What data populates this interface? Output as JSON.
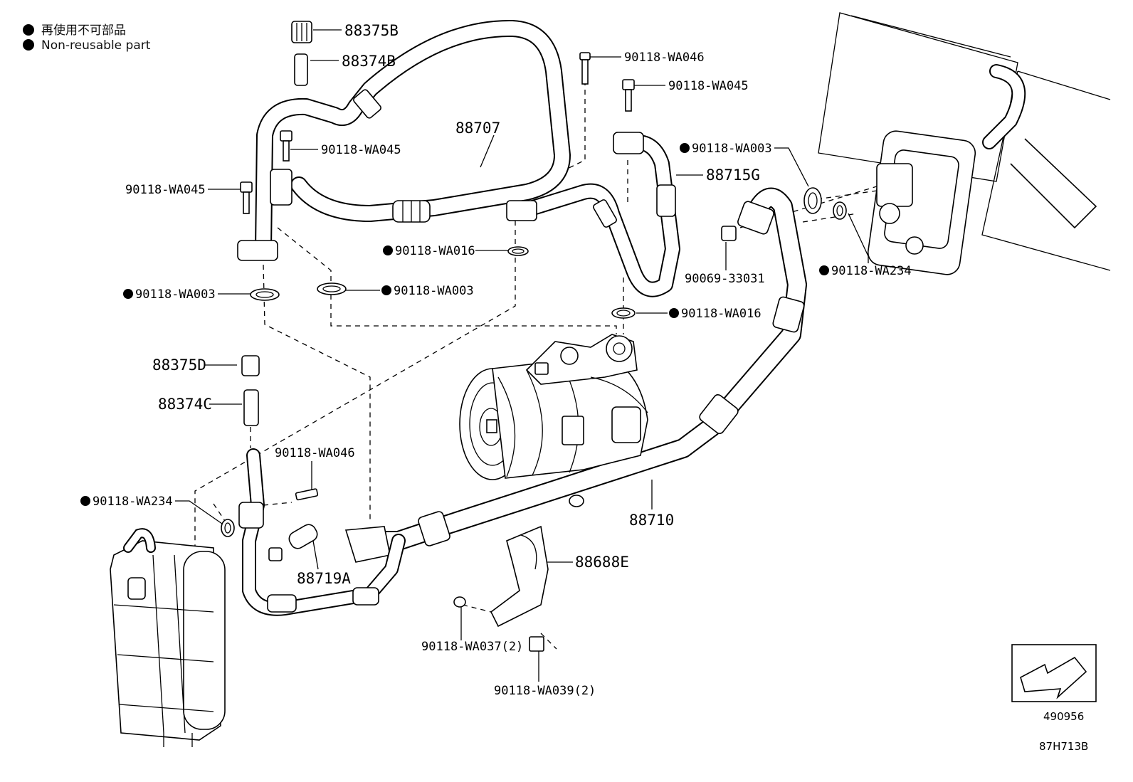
{
  "legend": {
    "jp": "再使用不可部品",
    "en": "Non-reusable part"
  },
  "callouts": {
    "p88375B": "88375B",
    "p88374B": "88374B",
    "p88707": "88707",
    "wa046_top": "90118-WA046",
    "wa045_top": "90118-WA045",
    "wa045_mid": "90118-WA045",
    "wa045_left": "90118-WA045",
    "wa003_right": "90118-WA003",
    "p88715G": "88715G",
    "wa016_left": "90118-WA016",
    "p90069": "90069-33031",
    "wa234_right": "90118-WA234",
    "wa003_left": "90118-WA003",
    "wa003_mid": "90118-WA003",
    "wa016_right": "90118-WA016",
    "p88375D": "88375D",
    "p88374C": "88374C",
    "wa046_low": "90118-WA046",
    "wa234_left": "90118-WA234",
    "p88710": "88710",
    "p88719A": "88719A",
    "p88688E": "88688E",
    "wa037": "90118-WA037(2)",
    "wa039": "90118-WA039(2)"
  },
  "footer": {
    "ref_number": "490956",
    "diagram_code": "87H713B"
  }
}
